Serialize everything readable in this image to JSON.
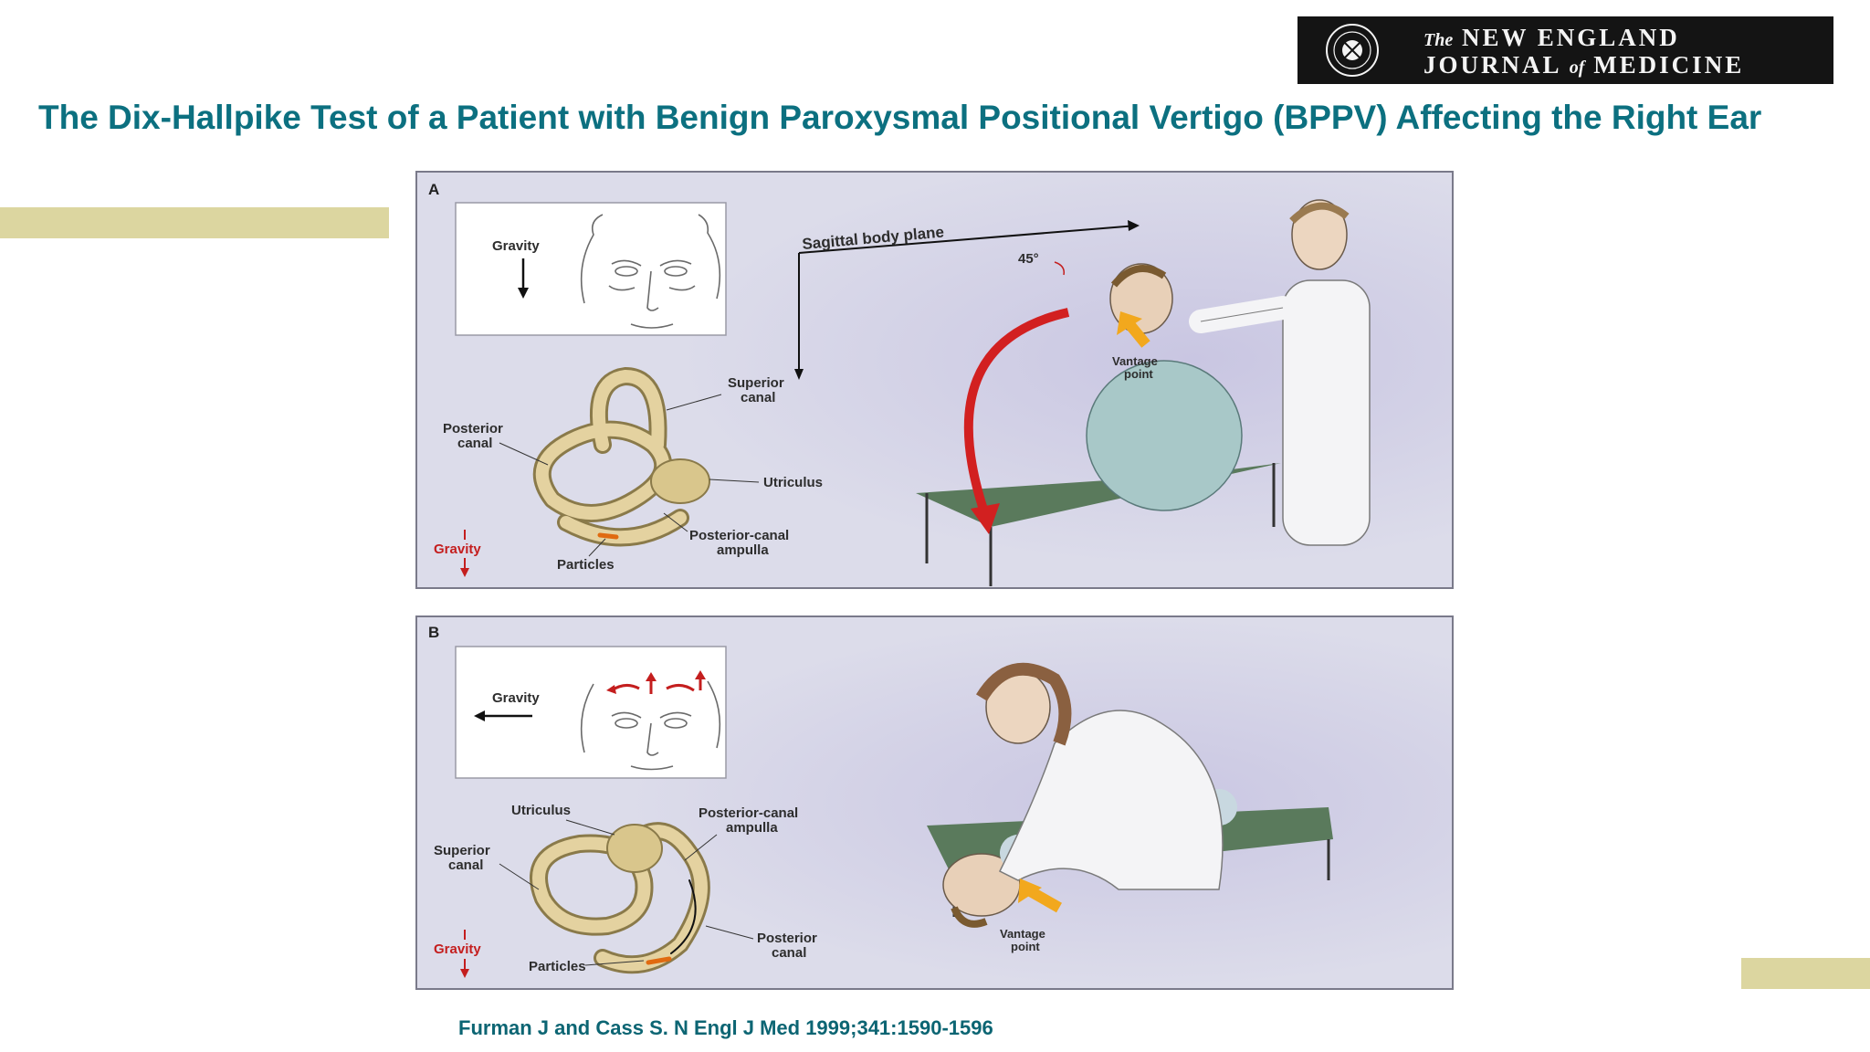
{
  "logo": {
    "line1_small": "The",
    "line1": "NEW ENGLAND",
    "line2a": "JOURNAL",
    "line2_small": "of",
    "line2b": "MEDICINE"
  },
  "title": "The Dix-Hallpike Test of a Patient with Benign Paroxysmal Positional Vertigo (BPPV) Affecting the Right Ear",
  "panel_a": {
    "letter": "A",
    "gravity": "Gravity",
    "superior_canal_1": "Superior",
    "superior_canal_2": "canal",
    "posterior_canal_1": "Posterior",
    "posterior_canal_2": "canal",
    "utriculus": "Utriculus",
    "ampulla_1": "Posterior-canal",
    "ampulla_2": "ampulla",
    "gravity_red": "Gravity",
    "particles": "Particles",
    "sagittal": "Sagittal body plane",
    "angle": "45°",
    "vantage_1": "Vantage",
    "vantage_2": "point"
  },
  "panel_b": {
    "letter": "B",
    "gravity": "Gravity",
    "utriculus": "Utriculus",
    "ampulla_1": "Posterior-canal",
    "ampulla_2": "ampulla",
    "superior_canal_1": "Superior",
    "superior_canal_2": "canal",
    "posterior_canal_1": "Posterior",
    "posterior_canal_2": "canal",
    "gravity_red": "Gravity",
    "particles": "Particles",
    "vantage_1": "Vantage",
    "vantage_2": "point"
  },
  "citation": "Furman J and Cass S. N Engl J Med 1999;341:1590-1596",
  "colors": {
    "title": "#0c7080",
    "accent_bar": "#dcd6a0",
    "panel_bg": "#dcdcea",
    "red_arrow": "#c41e1e",
    "vantage_arrow": "#f2a81d"
  }
}
